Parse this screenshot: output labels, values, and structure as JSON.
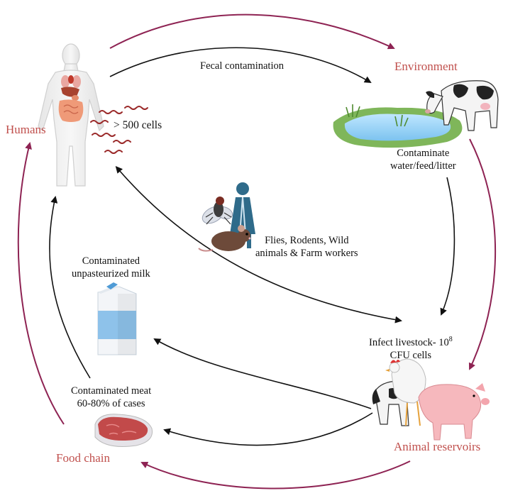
{
  "nodes": {
    "humans": "Humans",
    "environment": "Environment",
    "animal_reservoirs": "Animal reservoirs",
    "food_chain": "Food chain"
  },
  "labels": {
    "fecal": "Fecal contamination",
    "cells": "> 500 cells",
    "contaminate_1": "Contaminate",
    "contaminate_2": "water/feed/litter",
    "vectors_1": "Flies, Rodents, Wild",
    "vectors_2": "animals & Farm workers",
    "milk_1": "Contaminated",
    "milk_2": "unpasteurized milk",
    "infect_1_pre": "Infect livestock- 10",
    "infect_1_sup": "8",
    "infect_2": "CFU cells",
    "meat_1": "Contaminated meat",
    "meat_2": "60-80% of cases"
  },
  "colors": {
    "outer_arrow": "#8e2353",
    "inner_arrow": "#111111",
    "node_label": "#c0504d"
  }
}
